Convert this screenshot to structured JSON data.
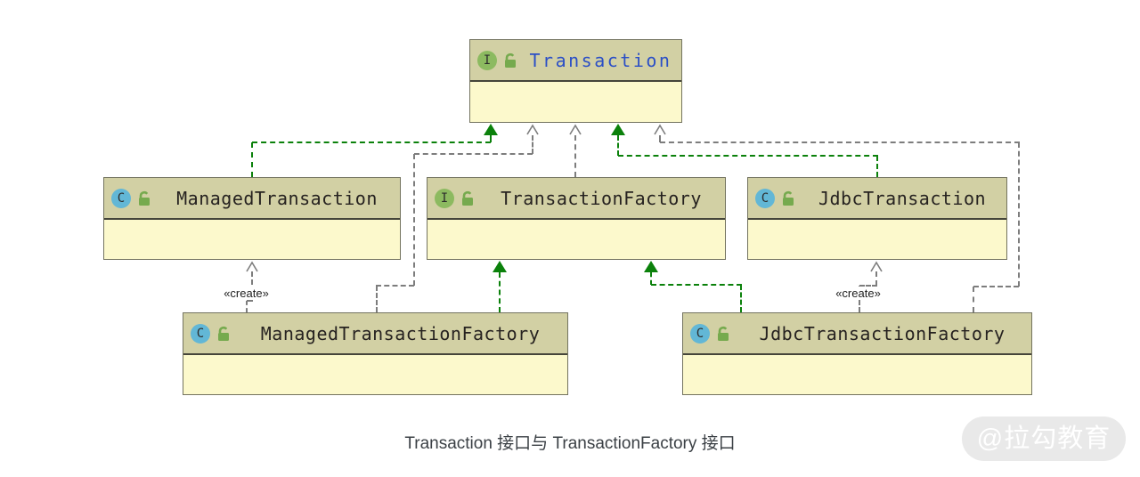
{
  "diagram": {
    "caption": "Transaction 接口与 TransactionFactory 接口",
    "watermark": "@拉勾教育",
    "create_label": "«create»",
    "nodes": [
      {
        "name": "Transaction",
        "kind": "interface",
        "badge": "I"
      },
      {
        "name": "ManagedTransaction",
        "kind": "class",
        "badge": "C"
      },
      {
        "name": "TransactionFactory",
        "kind": "interface",
        "badge": "I"
      },
      {
        "name": "JdbcTransaction",
        "kind": "class",
        "badge": "C"
      },
      {
        "name": "ManagedTransactionFactory",
        "kind": "class",
        "badge": "C"
      },
      {
        "name": "JdbcTransactionFactory",
        "kind": "class",
        "badge": "C"
      }
    ],
    "relations": [
      {
        "from": "ManagedTransaction",
        "to": "Transaction",
        "type": "implements"
      },
      {
        "from": "ManagedTransactionFactory",
        "to": "Transaction",
        "type": "dependency"
      },
      {
        "from": "TransactionFactory",
        "to": "Transaction",
        "type": "dependency"
      },
      {
        "from": "JdbcTransaction",
        "to": "Transaction",
        "type": "implements"
      },
      {
        "from": "JdbcTransactionFactory",
        "to": "Transaction",
        "type": "dependency"
      },
      {
        "from": "ManagedTransactionFactory",
        "to": "ManagedTransaction",
        "type": "create"
      },
      {
        "from": "ManagedTransactionFactory",
        "to": "TransactionFactory",
        "type": "implements"
      },
      {
        "from": "JdbcTransactionFactory",
        "to": "TransactionFactory",
        "type": "implements"
      },
      {
        "from": "JdbcTransactionFactory",
        "to": "JdbcTransaction",
        "type": "create"
      }
    ],
    "colors": {
      "box_header": "#d2d0a4",
      "box_body": "#fcf9cc",
      "box_border": "#73735f",
      "header_separator": "#45453a",
      "class_title": "#262220",
      "interface_title_blue": "#2b4fc6",
      "interface_badge": "#8cba60",
      "class_badge": "#62b7d6",
      "lock_green": "#76aa4e",
      "implements_green": "#0b810b",
      "dependency_gray": "#7d7d7d",
      "caption_text": "#3b4045",
      "watermark_bg": "#e9e9e9",
      "watermark_text": "#ffffff"
    }
  }
}
